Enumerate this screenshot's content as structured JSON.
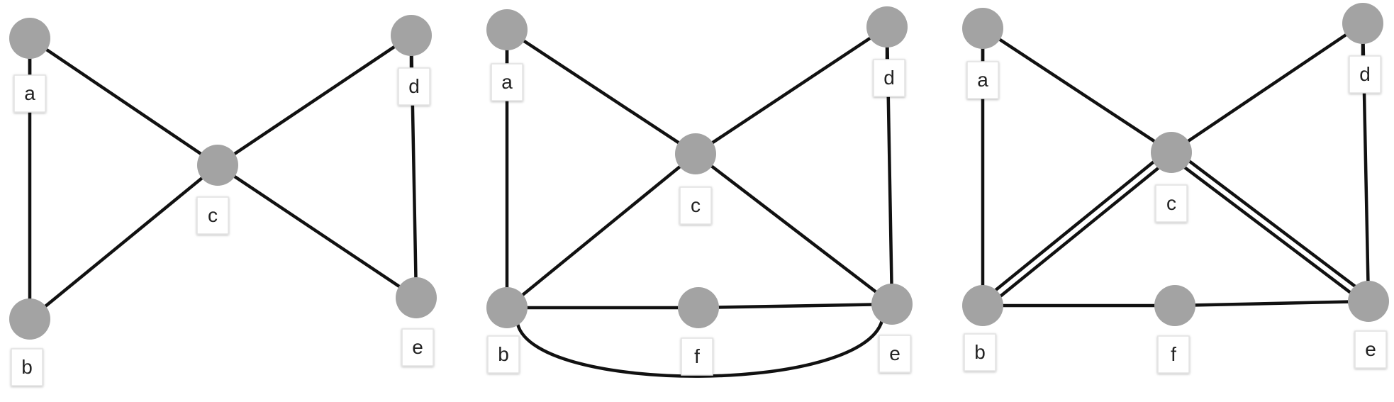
{
  "graphs": [
    {
      "id": "graph-1",
      "nodes": [
        "a",
        "b",
        "c",
        "d",
        "e"
      ],
      "edges": [
        [
          "a",
          "b"
        ],
        [
          "a",
          "c"
        ],
        [
          "b",
          "c"
        ],
        [
          "c",
          "d"
        ],
        [
          "c",
          "e"
        ],
        [
          "d",
          "e"
        ]
      ]
    },
    {
      "id": "graph-2",
      "nodes": [
        "a",
        "b",
        "c",
        "d",
        "e",
        "f"
      ],
      "edges": [
        [
          "a",
          "b"
        ],
        [
          "a",
          "c"
        ],
        [
          "b",
          "c"
        ],
        [
          "c",
          "d"
        ],
        [
          "c",
          "e"
        ],
        [
          "d",
          "e"
        ],
        [
          "b",
          "f"
        ],
        [
          "f",
          "e"
        ],
        [
          "b",
          "e"
        ]
      ]
    },
    {
      "id": "graph-3",
      "nodes": [
        "a",
        "b",
        "c",
        "d",
        "e",
        "f"
      ],
      "edges": [
        [
          "a",
          "b"
        ],
        [
          "a",
          "c"
        ],
        [
          "b",
          "c"
        ],
        [
          "b",
          "c"
        ],
        [
          "c",
          "d"
        ],
        [
          "c",
          "e"
        ],
        [
          "c",
          "e"
        ],
        [
          "d",
          "e"
        ],
        [
          "b",
          "f"
        ],
        [
          "f",
          "e"
        ]
      ]
    }
  ],
  "colors": {
    "node": "#a3a3a3",
    "edge": "#111111"
  }
}
